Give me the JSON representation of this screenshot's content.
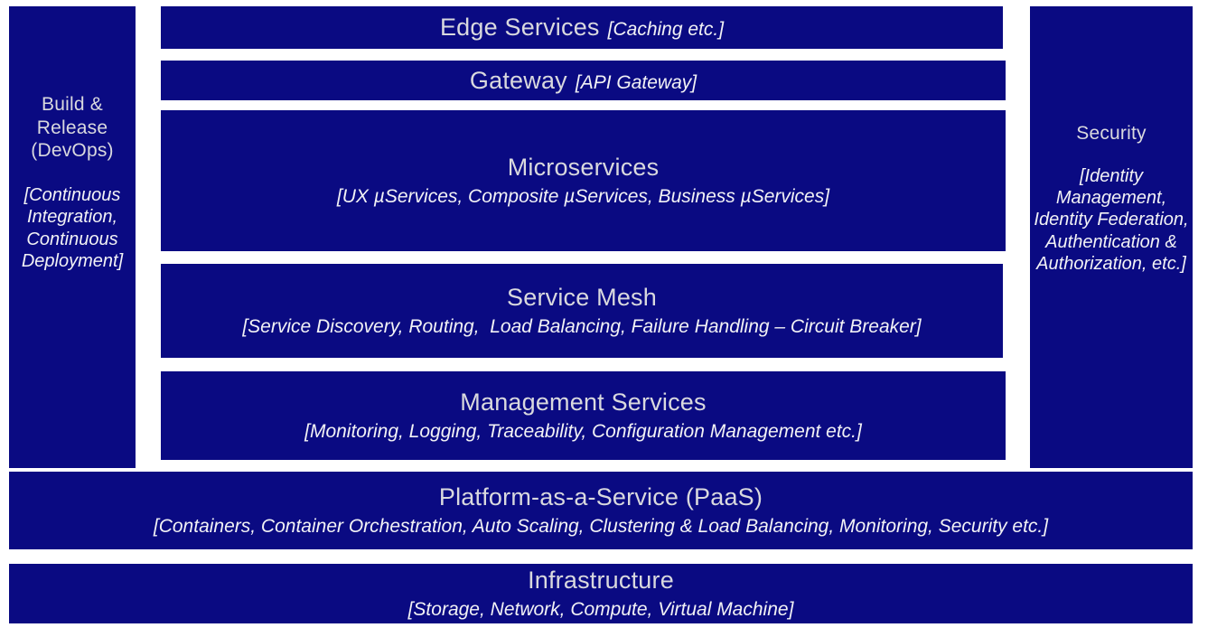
{
  "diagram": {
    "accent_color": "#0A0A82",
    "title_text_color": "#D9D9DE",
    "sub_text_color": "#F2F2F5",
    "background_color": "#FFFFFF"
  },
  "left_column": {
    "title": "Build & Release (DevOps)",
    "sub": "[Continuous Integration, Continuous Deployment]"
  },
  "right_column": {
    "title": "Security",
    "sub": "[Identity Management, Identity Federation, Authentication & Authorization, etc.]"
  },
  "center": {
    "edge": {
      "title": "Edge Services",
      "sub": "[Caching etc.]"
    },
    "gateway": {
      "title": "Gateway",
      "sub": "[API Gateway]"
    },
    "microservices": {
      "title": "Microservices",
      "sub": "[UX µServices, Composite µServices, Business µServices]"
    },
    "service_mesh": {
      "title": "Service Mesh",
      "sub": "[Service Discovery, Routing,  Load Balancing, Failure Handling – Circuit Breaker]"
    },
    "management": {
      "title": "Management Services",
      "sub": "[Monitoring, Logging, Traceability, Configuration Management etc.]"
    }
  },
  "foundation": {
    "paas": {
      "title": "Platform-as-a-Service (PaaS)",
      "sub": "[Containers, Container Orchestration, Auto Scaling, Clustering & Load Balancing, Monitoring, Security etc.]"
    },
    "infrastructure": {
      "title": "Infrastructure",
      "sub": "[Storage, Network, Compute, Virtual Machine]"
    }
  }
}
